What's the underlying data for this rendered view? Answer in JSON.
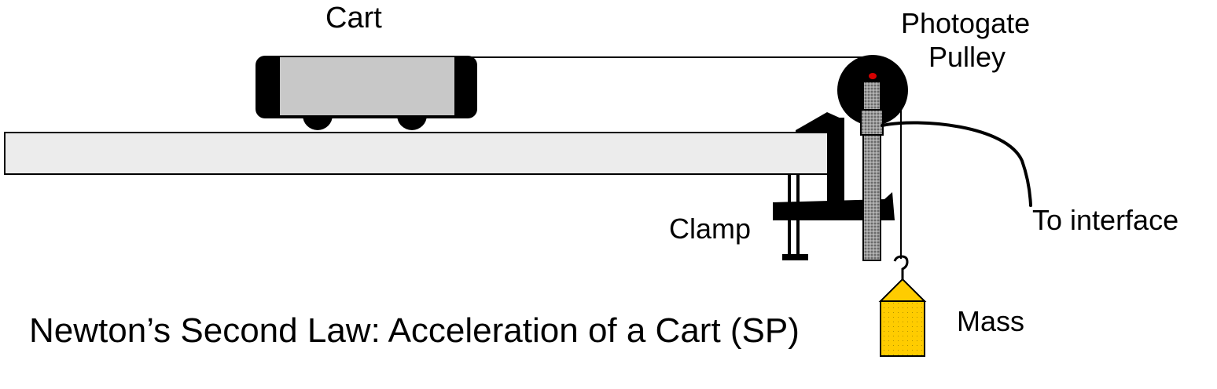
{
  "labels": {
    "cart": "Cart",
    "photogate": "Photogate",
    "pulley": "Pulley",
    "clamp": "Clamp",
    "interface": "To interface",
    "mass": "Mass"
  },
  "title": "Newton’s Second Law: Acceleration of a Cart (SP)",
  "colors": {
    "track": "#ececec",
    "cart_body": "#c8c8c8",
    "parts": "#000000",
    "photogate_rod": "#8c8c8c",
    "sensor": "#d40000",
    "mass_fill": "#ffcc00"
  }
}
